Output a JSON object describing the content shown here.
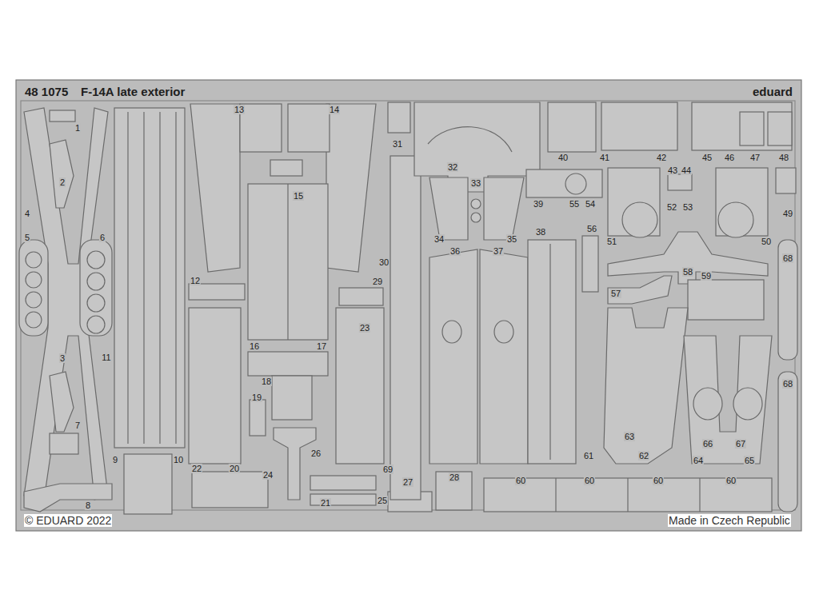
{
  "diagram": {
    "title": "F-14A late exterior",
    "labels": [
      "48 1075",
      "eduard",
      "1",
      "2",
      "4",
      "5",
      "6",
      "3",
      "11",
      "7",
      "9",
      "10",
      "8",
      "13",
      "14",
      "15",
      "12",
      "16",
      "17",
      "18",
      "19",
      "22",
      "20",
      "23",
      "24",
      "26",
      "21",
      "25",
      "27",
      "28",
      "29",
      "30",
      "31",
      "32",
      "33",
      "34",
      "35",
      "36",
      "37",
      "38",
      "39",
      "40",
      "41",
      "42",
      "43",
      "44",
      "45",
      "46",
      "47",
      "48",
      "49",
      "50",
      "51",
      "52",
      "53",
      "54",
      "55",
      "56",
      "57",
      "58",
      "59",
      "61",
      "62",
      "63",
      "64",
      "65",
      "66",
      "67",
      "68",
      "68",
      "60",
      "60",
      "60",
      "60",
      "69",
      "© EDUARD 2022",
      "Made in Czech Republic"
    ]
  }
}
